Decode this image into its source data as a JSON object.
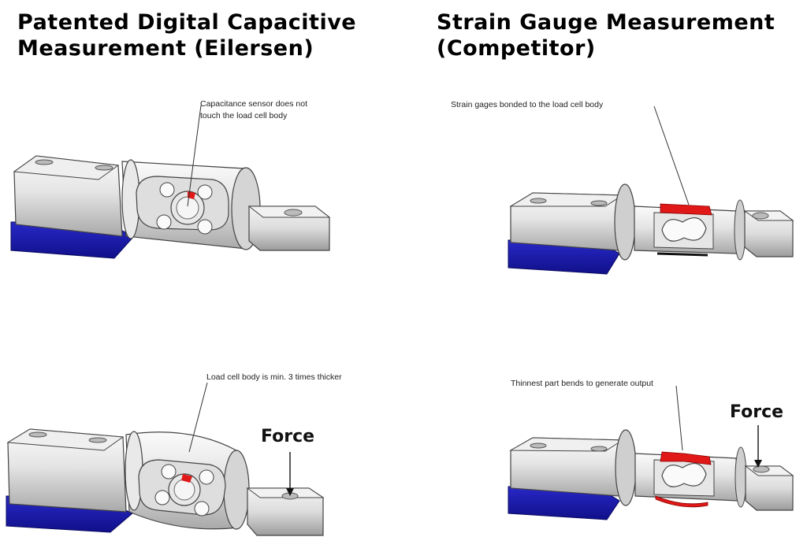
{
  "headings": {
    "left": {
      "line1": "Patented Digital Capacitive",
      "line2": "Measurement (Eilersen)"
    },
    "right": {
      "line1": "Strain Gauge Measurement",
      "line2": "(Competitor)"
    }
  },
  "annotations": {
    "capacitance_line1": "Capacitance sensor does not",
    "capacitance_line2": "touch the load cell body",
    "strain_gages": "Strain gages bonded to the load cell body",
    "thicker": "Load cell body is min. 3 times  thicker",
    "thinnest": "Thinnest part bends to generate output"
  },
  "force_labels": {
    "left": "Force",
    "right": "Force"
  },
  "colors": {
    "base_blue": "#1a1aa6",
    "gauge_red": "#e01818",
    "body_grey": "#d9d9d9"
  }
}
